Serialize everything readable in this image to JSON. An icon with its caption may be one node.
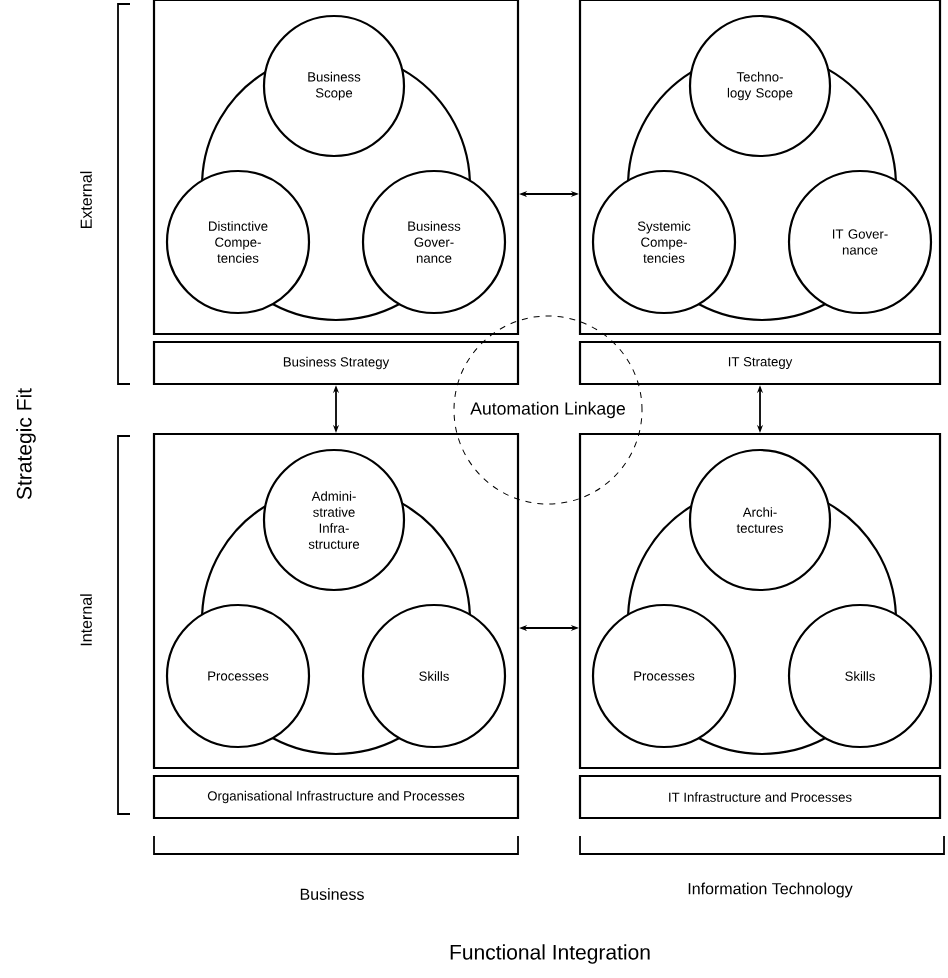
{
  "diagram": {
    "nodes": [
      {
        "text": [],
        "shape": "box"
      },
      {
        "text": [],
        "shape": "circle",
        "in": 0
      },
      {
        "text": [
          "Business Scope"
        ],
        "in": 0
      },
      {
        "text": [
          "Distinctive Compe-tencies"
        ],
        "in": 0
      },
      {
        "text": [
          "Business Gover-nance"
        ],
        "in": 0
      },
      {
        "text": [
          "Business Strategy"
        ]
      },
      {
        "text": [],
        "shape": "box"
      },
      {
        "text": [],
        "shape": "circle",
        "in": 6
      },
      {
        "text": [
          "Techno-logy Scope"
        ],
        "in": 6
      },
      {
        "text": [
          "Systemic Compe-tencies"
        ],
        "in": 6
      },
      {
        "text": [
          "IT Gover-nance"
        ],
        "in": 6
      },
      {
        "text": [
          "IT Strategy"
        ]
      },
      {
        "text": [
          "Automation Linkage"
        ]
      },
      {
        "text": [],
        "shape": "box"
      },
      {
        "text": [],
        "shape": "circle",
        "in": 13
      },
      {
        "text": [
          "Admini-strative Infra-structure"
        ],
        "in": 13
      },
      {
        "text": [
          "Processes"
        ],
        "in": 13
      },
      {
        "text": [
          "Skills"
        ],
        "in": 13
      },
      {
        "text": [
          "Organisational Infrastructure and Processes"
        ]
      },
      {
        "text": [],
        "shape": "box"
      },
      {
        "text": [],
        "shape": "circle",
        "in": 19
      },
      {
        "text": [
          "Archi-tectures"
        ],
        "in": 19
      },
      {
        "text": [
          "Processes"
        ],
        "in": 19
      },
      {
        "text": [
          "Skills"
        ],
        "in": 19
      },
      {
        "text": [
          "IT Infrastructure and Processes"
        ]
      }
    ],
    "edges": [
      {
        "from": 0,
        "to": 6,
        "arrow": "both"
      },
      {
        "from": 5,
        "to": 13,
        "arrow": "both"
      },
      {
        "from": 11,
        "to": 19,
        "arrow": "both"
      },
      {
        "from": 13,
        "to": 19,
        "arrow": "both"
      }
    ],
    "labels": [
      "External",
      "Strategic Fit",
      "Internal",
      "Business",
      "Information Technology",
      "Functional Integration"
    ]
  }
}
